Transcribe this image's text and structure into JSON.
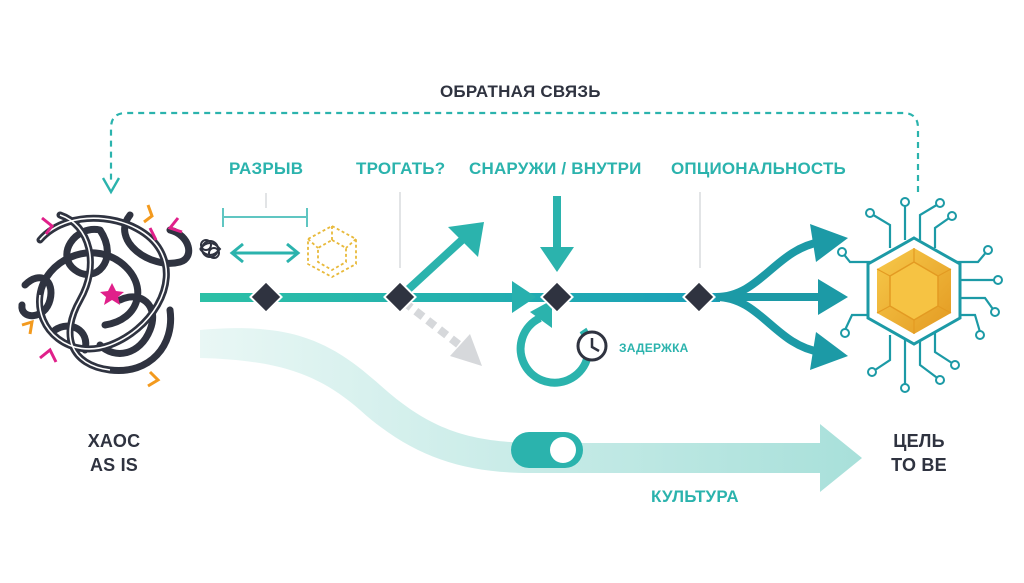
{
  "feedback_label": "ОБРАТНАЯ СВЯЗЬ",
  "steps": [
    {
      "label": "РАЗРЫВ"
    },
    {
      "label": "ТРОГАТЬ?"
    },
    {
      "label": "СНАРУЖИ / ВНУТРИ"
    },
    {
      "label": "ОПЦИОНАЛЬНОСТЬ"
    }
  ],
  "delay_label": "ЗАДЕРЖКА",
  "culture_label": "КУЛЬТУРА",
  "start": {
    "line1": "ХАОС",
    "line2": "AS IS"
  },
  "end": {
    "line1": "ЦЕЛЬ",
    "line2": "TO BE"
  },
  "colors": {
    "teal": "#2bb3ad",
    "teal_dark": "#1c9aa6",
    "node": "#2f3340",
    "gold": "#f2b43c",
    "magenta": "#e0208a",
    "orange": "#f39a1e",
    "grey_arrow": "#d6d8db"
  },
  "icons": [
    "chaos-knot-icon",
    "cube-icon",
    "clock-icon",
    "golden-hexagon-chip-icon",
    "toggle-icon"
  ]
}
